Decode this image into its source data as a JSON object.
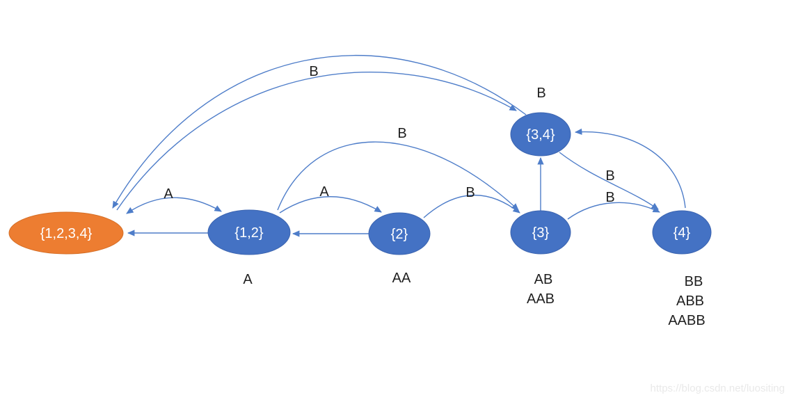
{
  "colors": {
    "node_blue": "#4472C4",
    "node_blue_stroke": "#3B64B0",
    "node_orange": "#ED7D31",
    "node_orange_stroke": "#D56F27",
    "edge": "#4E7DC9",
    "label_text": "#1F1F1F",
    "node_text": "#FFFFFF",
    "watermark": "#E9E9E9"
  },
  "diagram": {
    "type": "state-transition-diagram",
    "nodes": [
      {
        "id": "set-1234",
        "label": "{1,2,3,4}"
      },
      {
        "id": "set-12",
        "label": "{1,2}"
      },
      {
        "id": "set-2",
        "label": "{2}"
      },
      {
        "id": "set-3",
        "label": "{3}"
      },
      {
        "id": "set-34",
        "label": "{3,4}"
      },
      {
        "id": "set-4",
        "label": "{4}"
      }
    ],
    "edges": [
      {
        "from": "{3,4}",
        "to": "{1,2,3,4}",
        "label": ""
      },
      {
        "from": "{1,2,3,4}",
        "to": "{3,4}",
        "label": "B"
      },
      {
        "from": "{1,2,3,4}",
        "to": "{1,2}",
        "label": "A",
        "bidirectional": true
      },
      {
        "from": "{1,2}",
        "to": "{1,2,3,4}",
        "label": ""
      },
      {
        "from": "{1,2}",
        "to": "{2}",
        "label": "A"
      },
      {
        "from": "{2}",
        "to": "{1,2}",
        "label": ""
      },
      {
        "from": "{1,2}",
        "to": "{3}",
        "label": "B"
      },
      {
        "from": "{2}",
        "to": "{3}",
        "label": "B"
      },
      {
        "from": "{3}",
        "to": "{3,4}",
        "label": "B"
      },
      {
        "from": "{3,4}",
        "to": "{4}",
        "label": "B"
      },
      {
        "from": "{3}",
        "to": "{4}",
        "label": "B"
      },
      {
        "from": "{4}",
        "to": "{3,4}",
        "label": ""
      }
    ],
    "edge_labels": [
      {
        "text": "A"
      },
      {
        "text": "A"
      },
      {
        "text": "B"
      },
      {
        "text": "B"
      },
      {
        "text": "B"
      },
      {
        "text": "B"
      },
      {
        "text": "B"
      },
      {
        "text": "B"
      }
    ],
    "string_annotations": [
      {
        "text": "A"
      },
      {
        "text": "AA"
      },
      {
        "text": "AB"
      },
      {
        "text": "AAB"
      },
      {
        "text": "BB"
      },
      {
        "text": "ABB"
      },
      {
        "text": "AABB"
      }
    ]
  },
  "watermark": {
    "text": "https://blog.csdn.net/luositing"
  }
}
